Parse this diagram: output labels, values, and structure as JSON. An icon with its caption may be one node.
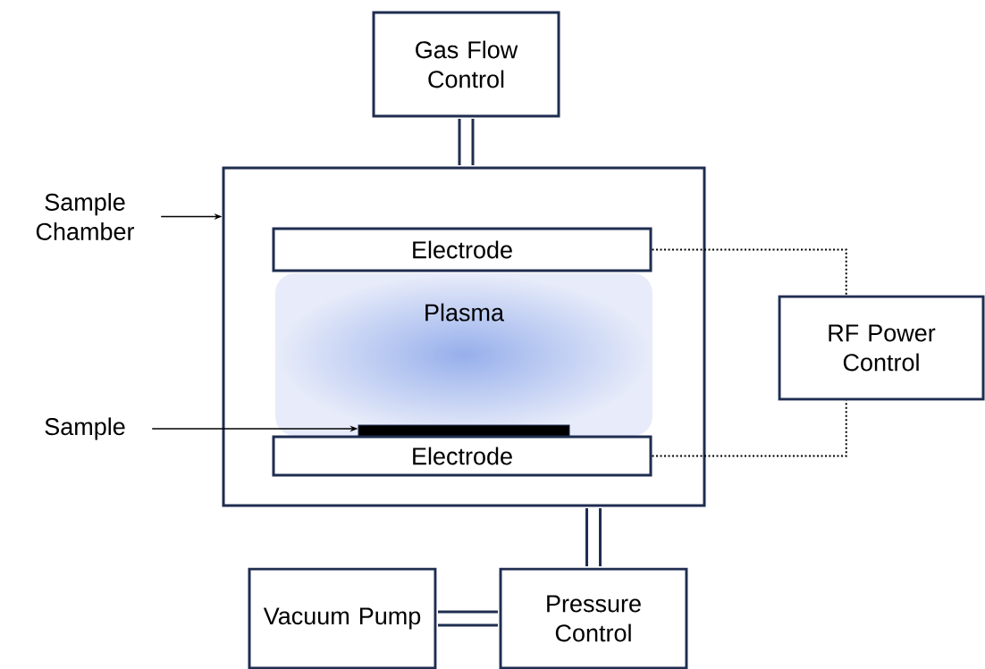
{
  "diagram": {
    "nodes": [
      {
        "text": [
          "Gas Flow Control"
        ]
      },
      {
        "text": [
          "Sample Chamber"
        ]
      },
      {
        "text": [],
        "shape": "box"
      },
      {
        "text": [
          "Electrode"
        ],
        "in": 2
      },
      {
        "text": [
          "Plasma"
        ],
        "in": 2
      },
      {
        "text": [],
        "shape": "bar",
        "in": 2
      },
      {
        "text": [
          "Electrode"
        ],
        "in": 2
      },
      {
        "text": [
          "RF Power Control"
        ]
      },
      {
        "text": [
          "Sample"
        ]
      },
      {
        "text": [
          "Vacuum Pump"
        ]
      },
      {
        "text": [
          "Pressure Control"
        ]
      }
    ],
    "edges": [
      {
        "from": 0,
        "to": 2,
        "arrow": "none",
        "style": "thick"
      },
      {
        "from": 1,
        "to": 2,
        "arrow": "to",
        "color": "#000000"
      },
      {
        "from": 3,
        "to": 7,
        "arrow": "none",
        "style": "dashed",
        "color": "#000000"
      },
      {
        "from": 6,
        "to": 7,
        "arrow": "none",
        "style": "dashed",
        "color": "#000000"
      },
      {
        "from": 8,
        "to": 5,
        "arrow": "to",
        "color": "#000000"
      },
      {
        "from": 2,
        "to": 10,
        "arrow": "none",
        "style": "thick"
      },
      {
        "from": 9,
        "to": 10,
        "arrow": "none",
        "style": "thick"
      }
    ]
  }
}
